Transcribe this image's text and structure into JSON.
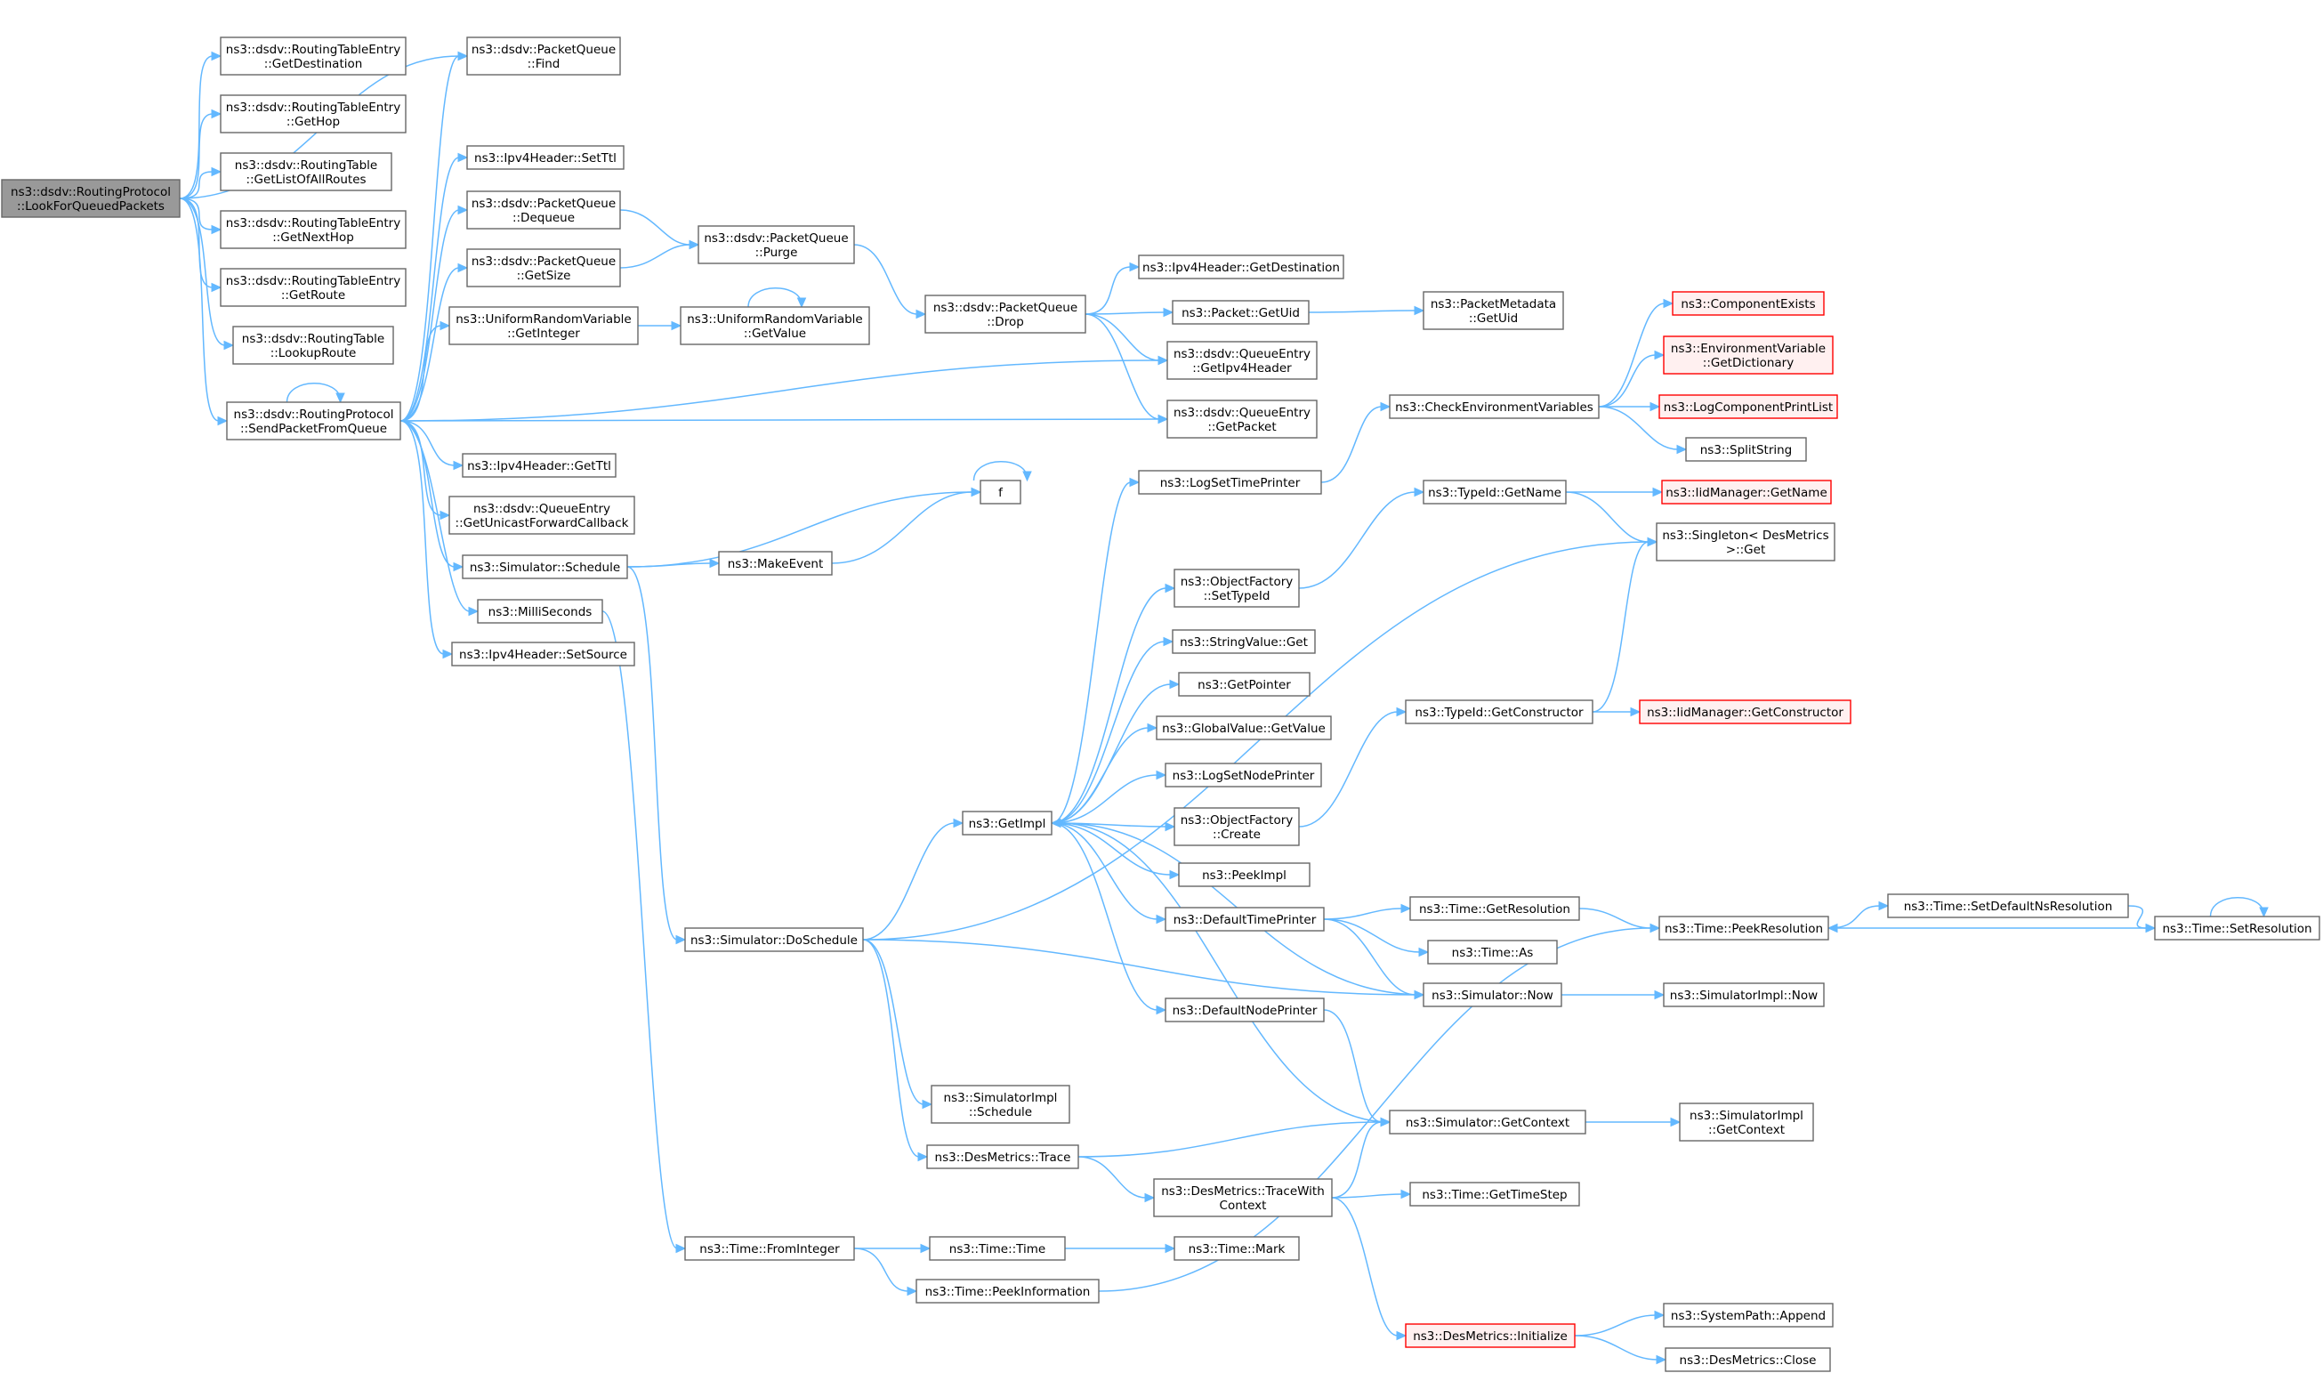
{
  "nodes": [
    {
      "id": "root",
      "lines": [
        "ns3::dsdv::RoutingProtocol",
        "::LookForQueuedPackets"
      ],
      "style": "root"
    },
    {
      "id": "getdest",
      "lines": [
        "ns3::dsdv::RoutingTableEntry",
        "::GetDestination"
      ]
    },
    {
      "id": "gethop",
      "lines": [
        "ns3::dsdv::RoutingTableEntry",
        "::GetHop"
      ]
    },
    {
      "id": "getlist",
      "lines": [
        "ns3::dsdv::RoutingTable",
        "::GetListOfAllRoutes"
      ]
    },
    {
      "id": "getnexthop",
      "lines": [
        "ns3::dsdv::RoutingTableEntry",
        "::GetNextHop"
      ]
    },
    {
      "id": "getroute",
      "lines": [
        "ns3::dsdv::RoutingTableEntry",
        "::GetRoute"
      ]
    },
    {
      "id": "lookuproute",
      "lines": [
        "ns3::dsdv::RoutingTable",
        "::LookupRoute"
      ]
    },
    {
      "id": "sendpkt",
      "lines": [
        "ns3::dsdv::RoutingProtocol",
        "::SendPacketFromQueue"
      ]
    },
    {
      "id": "pqfind",
      "lines": [
        "ns3::dsdv::PacketQueue",
        "::Find"
      ]
    },
    {
      "id": "setttl",
      "lines": [
        "ns3::Ipv4Header::SetTtl"
      ]
    },
    {
      "id": "pqdequeue",
      "lines": [
        "ns3::dsdv::PacketQueue",
        "::Dequeue"
      ]
    },
    {
      "id": "pqgetsize",
      "lines": [
        "ns3::dsdv::PacketQueue",
        "::GetSize"
      ]
    },
    {
      "id": "urvgetint",
      "lines": [
        "ns3::UniformRandomVariable",
        "::GetInteger"
      ]
    },
    {
      "id": "getttl",
      "lines": [
        "ns3::Ipv4Header::GetTtl"
      ]
    },
    {
      "id": "qegetucb",
      "lines": [
        "ns3::dsdv::QueueEntry",
        "::GetUnicastForwardCallback"
      ]
    },
    {
      "id": "simschedule",
      "lines": [
        "ns3::Simulator::Schedule"
      ]
    },
    {
      "id": "millis",
      "lines": [
        "ns3::MilliSeconds"
      ]
    },
    {
      "id": "setsource",
      "lines": [
        "ns3::Ipv4Header::SetSource"
      ]
    },
    {
      "id": "pqpurge",
      "lines": [
        "ns3::dsdv::PacketQueue",
        "::Purge"
      ]
    },
    {
      "id": "urvgetval",
      "lines": [
        "ns3::UniformRandomVariable",
        "::GetValue"
      ]
    },
    {
      "id": "makeevent",
      "lines": [
        "ns3::MakeEvent"
      ]
    },
    {
      "id": "f",
      "lines": [
        "f"
      ]
    },
    {
      "id": "pqdrop",
      "lines": [
        "ns3::dsdv::PacketQueue",
        "::Drop"
      ]
    },
    {
      "id": "ipv4getdest",
      "lines": [
        "ns3::Ipv4Header::GetDestination"
      ]
    },
    {
      "id": "pktgetuid",
      "lines": [
        "ns3::Packet::GetUid"
      ]
    },
    {
      "id": "qegetipv4",
      "lines": [
        "ns3::dsdv::QueueEntry",
        "::GetIpv4Header"
      ]
    },
    {
      "id": "qegetpkt",
      "lines": [
        "ns3::dsdv::QueueEntry",
        "::GetPacket"
      ]
    },
    {
      "id": "pmgetuid",
      "lines": [
        "ns3::PacketMetadata",
        "::GetUid"
      ]
    },
    {
      "id": "logsettime",
      "lines": [
        "ns3::LogSetTimePrinter"
      ]
    },
    {
      "id": "checkenv",
      "lines": [
        "ns3::CheckEnvironmentVariables"
      ]
    },
    {
      "id": "compexists",
      "lines": [
        "ns3::ComponentExists"
      ],
      "style": "trunc"
    },
    {
      "id": "envgetdict",
      "lines": [
        "ns3::EnvironmentVariable",
        "::GetDictionary"
      ],
      "style": "trunc"
    },
    {
      "id": "logcompprint",
      "lines": [
        "ns3::LogComponentPrintList"
      ],
      "style": "trunc"
    },
    {
      "id": "splitstring",
      "lines": [
        "ns3::SplitString"
      ]
    },
    {
      "id": "typeidgetname",
      "lines": [
        "ns3::TypeId::GetName"
      ]
    },
    {
      "id": "iidgetname",
      "lines": [
        "ns3::IidManager::GetName"
      ],
      "style": "trunc"
    },
    {
      "id": "singletonget",
      "lines": [
        "ns3::Singleton< DesMetrics",
        " >::Get"
      ]
    },
    {
      "id": "ofsettypeid",
      "lines": [
        "ns3::ObjectFactory",
        "::SetTypeId"
      ]
    },
    {
      "id": "stringvalget",
      "lines": [
        "ns3::StringValue::Get"
      ]
    },
    {
      "id": "getpointer",
      "lines": [
        "ns3::GetPointer"
      ]
    },
    {
      "id": "globalvalget",
      "lines": [
        "ns3::GlobalValue::GetValue"
      ]
    },
    {
      "id": "logsetnode",
      "lines": [
        "ns3::LogSetNodePrinter"
      ]
    },
    {
      "id": "ofcreate",
      "lines": [
        "ns3::ObjectFactory",
        "::Create"
      ]
    },
    {
      "id": "peekimpl",
      "lines": [
        "ns3::PeekImpl"
      ]
    },
    {
      "id": "getimpl",
      "lines": [
        "ns3::GetImpl"
      ]
    },
    {
      "id": "typeidgetctor",
      "lines": [
        "ns3::TypeId::GetConstructor"
      ]
    },
    {
      "id": "iidgetctor",
      "lines": [
        "ns3::IidManager::GetConstructor"
      ],
      "style": "trunc"
    },
    {
      "id": "deftimeprinter",
      "lines": [
        "ns3::DefaultTimePrinter"
      ]
    },
    {
      "id": "timegetres",
      "lines": [
        "ns3::Time::GetResolution"
      ]
    },
    {
      "id": "timeas",
      "lines": [
        "ns3::Time::As"
      ]
    },
    {
      "id": "timepeekres",
      "lines": [
        "ns3::Time::PeekResolution"
      ]
    },
    {
      "id": "timesetdefns",
      "lines": [
        "ns3::Time::SetDefaultNsResolution"
      ]
    },
    {
      "id": "timesetres",
      "lines": [
        "ns3::Time::SetResolution"
      ]
    },
    {
      "id": "simdoschedule",
      "lines": [
        "ns3::Simulator::DoSchedule"
      ]
    },
    {
      "id": "simnow",
      "lines": [
        "ns3::Simulator::Now"
      ]
    },
    {
      "id": "simimplnow",
      "lines": [
        "ns3::SimulatorImpl::Now"
      ]
    },
    {
      "id": "defnodeprinter",
      "lines": [
        "ns3::DefaultNodePrinter"
      ]
    },
    {
      "id": "simimplsched",
      "lines": [
        "ns3::SimulatorImpl",
        "::Schedule"
      ]
    },
    {
      "id": "simgetctx",
      "lines": [
        "ns3::Simulator::GetContext"
      ]
    },
    {
      "id": "simimplgetctx",
      "lines": [
        "ns3::SimulatorImpl",
        "::GetContext"
      ]
    },
    {
      "id": "destrace",
      "lines": [
        "ns3::DesMetrics::Trace"
      ]
    },
    {
      "id": "destracectx",
      "lines": [
        "ns3::DesMetrics::TraceWith",
        "Context"
      ]
    },
    {
      "id": "timegetstep",
      "lines": [
        "ns3::Time::GetTimeStep"
      ]
    },
    {
      "id": "timefromint",
      "lines": [
        "ns3::Time::FromInteger"
      ]
    },
    {
      "id": "timetime",
      "lines": [
        "ns3::Time::Time"
      ]
    },
    {
      "id": "timemark",
      "lines": [
        "ns3::Time::Mark"
      ]
    },
    {
      "id": "timepeekinfo",
      "lines": [
        "ns3::Time::PeekInformation"
      ]
    },
    {
      "id": "desinit",
      "lines": [
        "ns3::DesMetrics::Initialize"
      ],
      "style": "trunc"
    },
    {
      "id": "syspathappend",
      "lines": [
        "ns3::SystemPath::Append"
      ]
    },
    {
      "id": "desclose",
      "lines": [
        "ns3::DesMetrics::Close"
      ]
    }
  ],
  "edges": [
    [
      "root",
      "pqfind"
    ],
    [
      "root",
      "getdest"
    ],
    [
      "root",
      "gethop"
    ],
    [
      "root",
      "getlist"
    ],
    [
      "root",
      "getnexthop"
    ],
    [
      "root",
      "getroute"
    ],
    [
      "root",
      "lookuproute"
    ],
    [
      "root",
      "sendpkt"
    ],
    [
      "sendpkt",
      "sendpkt"
    ],
    [
      "sendpkt",
      "pqfind"
    ],
    [
      "sendpkt",
      "setttl"
    ],
    [
      "sendpkt",
      "pqdequeue"
    ],
    [
      "sendpkt",
      "pqgetsize"
    ],
    [
      "sendpkt",
      "urvgetint"
    ],
    [
      "sendpkt",
      "qegetipv4"
    ],
    [
      "sendpkt",
      "qegetpkt"
    ],
    [
      "sendpkt",
      "getttl"
    ],
    [
      "sendpkt",
      "qegetucb"
    ],
    [
      "sendpkt",
      "simschedule"
    ],
    [
      "sendpkt",
      "millis"
    ],
    [
      "sendpkt",
      "setsource"
    ],
    [
      "pqdequeue",
      "pqpurge"
    ],
    [
      "pqgetsize",
      "pqpurge"
    ],
    [
      "pqpurge",
      "pqdrop"
    ],
    [
      "urvgetint",
      "urvgetval"
    ],
    [
      "urvgetval",
      "urvgetval"
    ],
    [
      "pqdrop",
      "ipv4getdest"
    ],
    [
      "pqdrop",
      "pktgetuid"
    ],
    [
      "pqdrop",
      "qegetipv4"
    ],
    [
      "pqdrop",
      "qegetpkt"
    ],
    [
      "pktgetuid",
      "pmgetuid"
    ],
    [
      "simschedule",
      "f"
    ],
    [
      "simschedule",
      "makeevent"
    ],
    [
      "simschedule",
      "simdoschedule"
    ],
    [
      "makeevent",
      "f"
    ],
    [
      "f",
      "f"
    ],
    [
      "millis",
      "timefromint"
    ],
    [
      "logsettime",
      "checkenv"
    ],
    [
      "checkenv",
      "compexists"
    ],
    [
      "checkenv",
      "envgetdict"
    ],
    [
      "checkenv",
      "logcompprint"
    ],
    [
      "checkenv",
      "splitstring"
    ],
    [
      "typeidgetname",
      "iidgetname"
    ],
    [
      "typeidgetname",
      "singletonget"
    ],
    [
      "ofsettypeid",
      "typeidgetname"
    ],
    [
      "ofcreate",
      "typeidgetctor"
    ],
    [
      "typeidgetctor",
      "singletonget"
    ],
    [
      "typeidgetctor",
      "iidgetctor"
    ],
    [
      "getimpl",
      "logsettime"
    ],
    [
      "getimpl",
      "ofsettypeid"
    ],
    [
      "getimpl",
      "stringvalget"
    ],
    [
      "getimpl",
      "getpointer"
    ],
    [
      "getimpl",
      "globalvalget"
    ],
    [
      "getimpl",
      "logsetnode"
    ],
    [
      "getimpl",
      "ofcreate"
    ],
    [
      "getimpl",
      "peekimpl"
    ],
    [
      "getimpl",
      "deftimeprinter"
    ],
    [
      "getimpl",
      "defnodeprinter"
    ],
    [
      "deftimeprinter",
      "timegetres"
    ],
    [
      "deftimeprinter",
      "timeas"
    ],
    [
      "deftimeprinter",
      "simnow"
    ],
    [
      "timegetres",
      "timepeekres"
    ],
    [
      "timepeekres",
      "timesetdefns"
    ],
    [
      "timesetdefns",
      "timesetres"
    ],
    [
      "timesetres",
      "timepeekres"
    ],
    [
      "timesetres",
      "timesetres"
    ],
    [
      "simnow",
      "getimpl"
    ],
    [
      "simnow",
      "simimplnow"
    ],
    [
      "defnodeprinter",
      "simgetctx"
    ],
    [
      "simgetctx",
      "getimpl"
    ],
    [
      "simgetctx",
      "simimplgetctx"
    ],
    [
      "simdoschedule",
      "singletonget"
    ],
    [
      "simdoschedule",
      "getimpl"
    ],
    [
      "simdoschedule",
      "simnow"
    ],
    [
      "simdoschedule",
      "simimplsched"
    ],
    [
      "simdoschedule",
      "destrace"
    ],
    [
      "destrace",
      "simgetctx"
    ],
    [
      "destrace",
      "destracectx"
    ],
    [
      "destracectx",
      "simgetctx"
    ],
    [
      "destracectx",
      "timegetstep"
    ],
    [
      "destracectx",
      "desinit"
    ],
    [
      "desinit",
      "syspathappend"
    ],
    [
      "desinit",
      "desclose"
    ],
    [
      "timefromint",
      "timetime"
    ],
    [
      "timefromint",
      "timepeekinfo"
    ],
    [
      "timetime",
      "timemark"
    ],
    [
      "timepeekinfo",
      "timepeekres"
    ]
  ]
}
